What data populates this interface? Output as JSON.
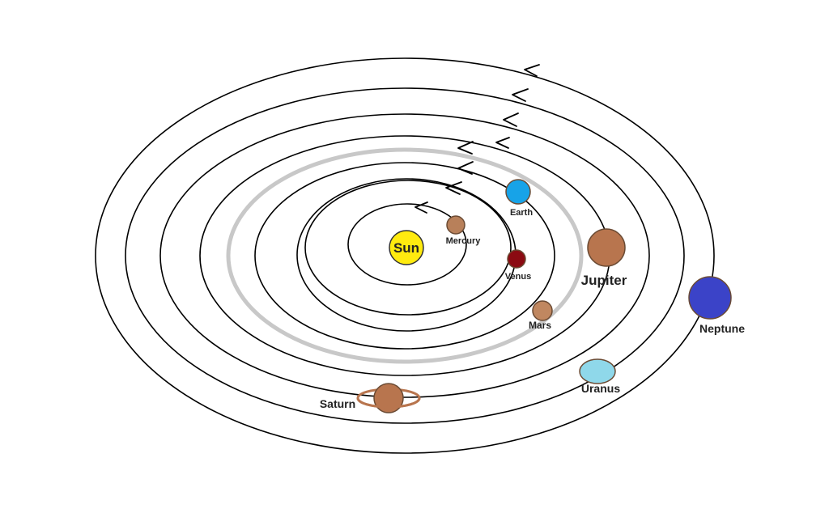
{
  "sun": {
    "label": "Sun",
    "color": "#ffeb0f"
  },
  "planets": {
    "mercury": {
      "label": "Mercury",
      "color": "#b8805a"
    },
    "venus": {
      "label": "Venus",
      "color": "#8b0a12"
    },
    "earth": {
      "label": "Earth",
      "color": "#17a3e8"
    },
    "mars": {
      "label": "Mars",
      "color": "#c08760"
    },
    "jupiter": {
      "label": "Jupiter",
      "color": "#b8754e"
    },
    "saturn": {
      "label": "Saturn",
      "color": "#b8754e"
    },
    "uranus": {
      "label": "Uranus",
      "color": "#8fd8ea"
    },
    "neptune": {
      "label": "Neptune",
      "color": "#3b43c8"
    }
  },
  "asteroid_belt": {
    "color": "#c8c8c8"
  },
  "orbit_arrows": {
    "icon": "arrowhead-icon",
    "direction": "counter-clockwise"
  }
}
